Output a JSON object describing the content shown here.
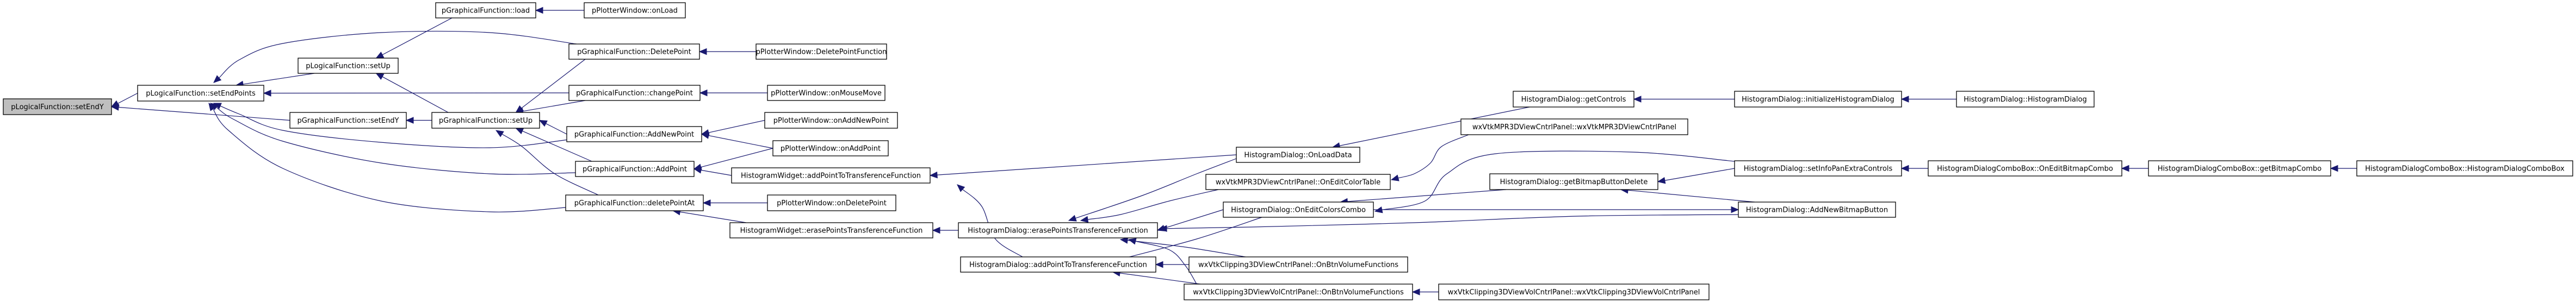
{
  "diagram": {
    "type": "caller-graph",
    "colors": {
      "edge": "#191970",
      "root_fill": "#bfbfbf",
      "node_fill": "#ffffff",
      "node_border": "#000000"
    },
    "root": "n_root",
    "nodes": [
      {
        "id": "n_root",
        "label": "pLogicalFunction::setEndY"
      },
      {
        "id": "n_setEndPoints",
        "label": "pLogicalFunction::setEndPoints"
      },
      {
        "id": "n_lsetUp",
        "label": "pLogicalFunction::setUp"
      },
      {
        "id": "n_gsetEndY",
        "label": "pGraphicalFunction::setEndY"
      },
      {
        "id": "n_load",
        "label": "pGraphicalFunction::load"
      },
      {
        "id": "n_gsetUp",
        "label": "pGraphicalFunction::setUp"
      },
      {
        "id": "n_onLoad",
        "label": "pPlotterWindow::onLoad"
      },
      {
        "id": "n_DeletePoint",
        "label": "pGraphicalFunction::DeletePoint"
      },
      {
        "id": "n_changePoint",
        "label": "pGraphicalFunction::changePoint"
      },
      {
        "id": "n_AddNewPoint",
        "label": "pGraphicalFunction::AddNewPoint"
      },
      {
        "id": "n_AddPoint",
        "label": "pGraphicalFunction::AddPoint"
      },
      {
        "id": "n_deletePointAt",
        "label": "pGraphicalFunction::deletePointAt"
      },
      {
        "id": "n_DeletePointFunction",
        "label": "pPlotterWindow::DeletePointFunction"
      },
      {
        "id": "n_onMouseMove",
        "label": "pPlotterWindow::onMouseMove"
      },
      {
        "id": "n_onAddNewPoint",
        "label": "pPlotterWindow::onAddNewPoint"
      },
      {
        "id": "n_onAddPoint",
        "label": "pPlotterWindow::onAddPoint"
      },
      {
        "id": "n_HWaddPoint",
        "label": "HistogramWidget::addPointToTransferenceFunction"
      },
      {
        "id": "n_onDeletePoint",
        "label": "pPlotterWindow::onDeletePoint"
      },
      {
        "id": "n_HWerase",
        "label": "HistogramWidget::erasePointsTransferenceFunction"
      },
      {
        "id": "n_HDerase",
        "label": "HistogramDialog::erasePointsTransferenceFunction"
      },
      {
        "id": "n_HDaddPoint",
        "label": "HistogramDialog::addPointToTransferenceFunction"
      },
      {
        "id": "n_OnLoadData",
        "label": "HistogramDialog::OnLoadData"
      },
      {
        "id": "n_OnEditColorTable",
        "label": "wxVtkMPR3DViewCntrlPanel::OnEditColorTable"
      },
      {
        "id": "n_OnEditColorsCombo",
        "label": "HistogramDialog::OnEditColorsCombo"
      },
      {
        "id": "n_ClipBtnVol",
        "label": "wxVtkClipping3DViewCntrlPanel::OnBtnVolumeFunctions"
      },
      {
        "id": "n_VolBtnVol",
        "label": "wxVtkClipping3DViewVolCntrlPanel::OnBtnVolumeFunctions"
      },
      {
        "id": "n_getControls",
        "label": "HistogramDialog::getControls"
      },
      {
        "id": "n_MPRctor",
        "label": "wxVtkMPR3DViewCntrlPanel::wxVtkMPR3DViewCntrlPanel"
      },
      {
        "id": "n_getBitmapButtonDelete",
        "label": "HistogramDialog::getBitmapButtonDelete"
      },
      {
        "id": "n_VolCtor",
        "label": "wxVtkClipping3DViewVolCntrlPanel::wxVtkClipping3DViewVolCntrlPanel"
      },
      {
        "id": "n_initHD",
        "label": "HistogramDialog::initializeHistogramDialog"
      },
      {
        "id": "n_setInfoPan",
        "label": "HistogramDialog::setInfoPanExtraControls"
      },
      {
        "id": "n_AddNewBitmapButton",
        "label": "HistogramDialog::AddNewBitmapButton"
      },
      {
        "id": "n_HDctor",
        "label": "HistogramDialog::HistogramDialog"
      },
      {
        "id": "n_OnEditBitmapCombo",
        "label": "HistogramDialogComboBox::OnEditBitmapCombo"
      },
      {
        "id": "n_getBitmapCombo",
        "label": "HistogramDialogComboBox::getBitmapCombo"
      },
      {
        "id": "n_HDCBctor",
        "label": "HistogramDialogComboBox::HistogramDialogComboBox"
      }
    ],
    "edges": [
      {
        "from": "n_setEndPoints",
        "to": "n_root"
      },
      {
        "from": "n_gsetEndY",
        "to": "n_root"
      },
      {
        "from": "n_lsetUp",
        "to": "n_setEndPoints"
      },
      {
        "from": "n_DeletePoint",
        "to": "n_setEndPoints"
      },
      {
        "from": "n_changePoint",
        "to": "n_setEndPoints"
      },
      {
        "from": "n_AddNewPoint",
        "to": "n_setEndPoints"
      },
      {
        "from": "n_AddPoint",
        "to": "n_setEndPoints"
      },
      {
        "from": "n_deletePointAt",
        "to": "n_setEndPoints"
      },
      {
        "from": "n_load",
        "to": "n_lsetUp"
      },
      {
        "from": "n_gsetUp",
        "to": "n_lsetUp"
      },
      {
        "from": "n_gsetUp",
        "to": "n_gsetEndY"
      },
      {
        "from": "n_DeletePoint",
        "to": "n_gsetUp"
      },
      {
        "from": "n_changePoint",
        "to": "n_gsetUp"
      },
      {
        "from": "n_AddNewPoint",
        "to": "n_gsetUp"
      },
      {
        "from": "n_AddPoint",
        "to": "n_gsetUp"
      },
      {
        "from": "n_deletePointAt",
        "to": "n_gsetUp"
      },
      {
        "from": "n_onLoad",
        "to": "n_load"
      },
      {
        "from": "n_DeletePointFunction",
        "to": "n_DeletePoint"
      },
      {
        "from": "n_onMouseMove",
        "to": "n_changePoint"
      },
      {
        "from": "n_onAddNewPoint",
        "to": "n_AddNewPoint"
      },
      {
        "from": "n_onAddPoint",
        "to": "n_AddNewPoint"
      },
      {
        "from": "n_onAddPoint",
        "to": "n_AddPoint"
      },
      {
        "from": "n_HWaddPoint",
        "to": "n_AddPoint"
      },
      {
        "from": "n_onDeletePoint",
        "to": "n_deletePointAt"
      },
      {
        "from": "n_HWerase",
        "to": "n_deletePointAt"
      },
      {
        "from": "n_OnLoadData",
        "to": "n_HWaddPoint"
      },
      {
        "from": "n_HDaddPoint",
        "to": "n_HWaddPoint"
      },
      {
        "from": "n_HDerase",
        "to": "n_HWerase"
      },
      {
        "from": "n_OnLoadData",
        "to": "n_HDerase"
      },
      {
        "from": "n_OnEditColorTable",
        "to": "n_HDerase"
      },
      {
        "from": "n_OnEditColorsCombo",
        "to": "n_HDerase"
      },
      {
        "from": "n_AddNewBitmapButton",
        "to": "n_HDerase"
      },
      {
        "from": "n_ClipBtnVol",
        "to": "n_HDerase"
      },
      {
        "from": "n_VolBtnVol",
        "to": "n_HDerase"
      },
      {
        "from": "n_OnEditColorsCombo",
        "to": "n_HDaddPoint"
      },
      {
        "from": "n_ClipBtnVol",
        "to": "n_HDaddPoint"
      },
      {
        "from": "n_VolBtnVol",
        "to": "n_HDaddPoint"
      },
      {
        "from": "n_getControls",
        "to": "n_OnLoadData"
      },
      {
        "from": "n_MPRctor",
        "to": "n_OnEditColorTable"
      },
      {
        "from": "n_getBitmapButtonDelete",
        "to": "n_OnEditColorsCombo"
      },
      {
        "from": "n_setInfoPan",
        "to": "n_OnEditColorsCombo"
      },
      {
        "from": "n_OnEditColorsCombo",
        "to": "n_AddNewBitmapButton"
      },
      {
        "from": "n_initHD",
        "to": "n_getControls"
      },
      {
        "from": "n_setInfoPan",
        "to": "n_getBitmapButtonDelete"
      },
      {
        "from": "n_AddNewBitmapButton",
        "to": "n_getBitmapButtonDelete"
      },
      {
        "from": "n_HDctor",
        "to": "n_initHD"
      },
      {
        "from": "n_OnEditBitmapCombo",
        "to": "n_setInfoPan"
      },
      {
        "from": "n_getBitmapCombo",
        "to": "n_OnEditBitmapCombo"
      },
      {
        "from": "n_HDCBctor",
        "to": "n_getBitmapCombo"
      },
      {
        "from": "n_VolCtor",
        "to": "n_VolBtnVol"
      }
    ]
  }
}
